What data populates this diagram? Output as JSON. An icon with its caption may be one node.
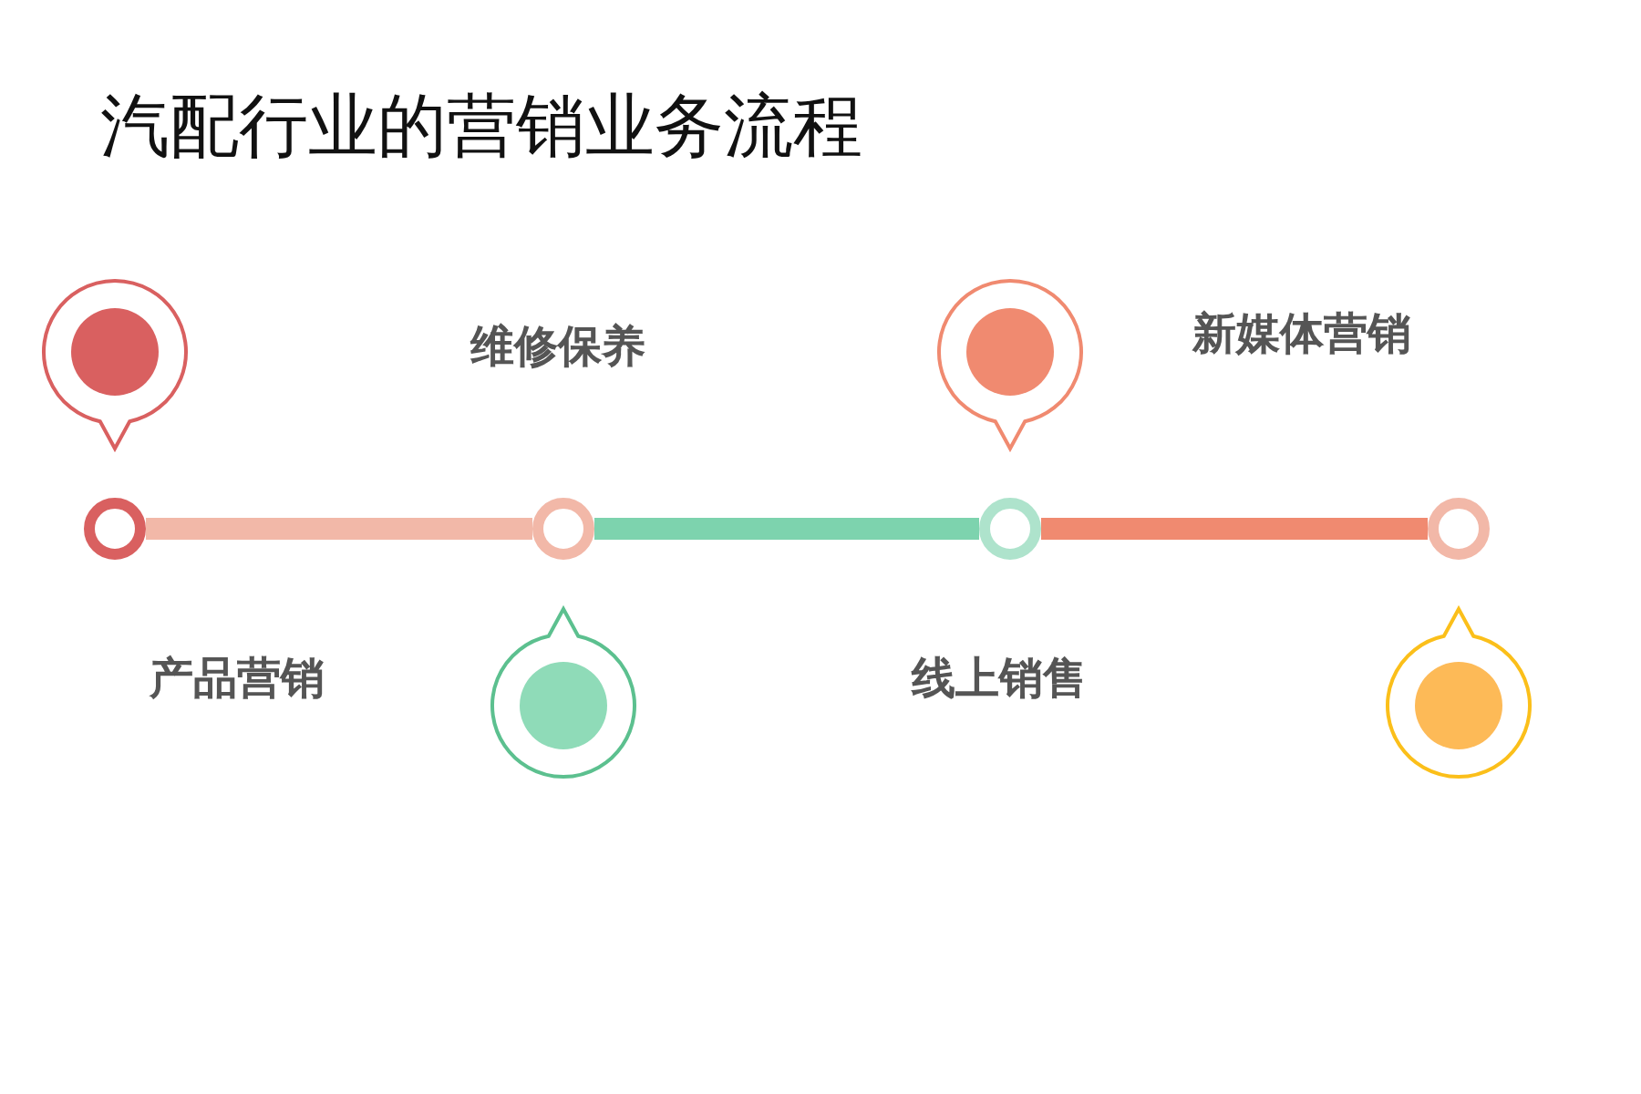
{
  "diagram": {
    "title": "汽配行业的营销业务流程",
    "nodes": [
      {
        "text": [],
        "shape": "circle",
        "beside": [
          "产品营销"
        ]
      },
      {
        "text": [],
        "shape": "circle",
        "beside": [
          "维修保养"
        ]
      },
      {
        "text": [],
        "shape": "circle",
        "beside": [
          "线上销售"
        ]
      },
      {
        "text": [],
        "shape": "circle",
        "beside": [
          "新媒体营销"
        ]
      },
      {
        "text": [],
        "shape": "pin"
      },
      {
        "text": [],
        "shape": "pin"
      },
      {
        "text": [],
        "shape": "pin"
      },
      {
        "text": [],
        "shape": "pin"
      }
    ],
    "edges": [
      {
        "from": 0,
        "to": 1,
        "arrow": "none",
        "color": "#f2b8a8"
      },
      {
        "from": 1,
        "to": 2,
        "arrow": "none",
        "color": "#7dd3ae"
      },
      {
        "from": 2,
        "to": 3,
        "arrow": "none",
        "color": "#f08a70"
      }
    ]
  }
}
